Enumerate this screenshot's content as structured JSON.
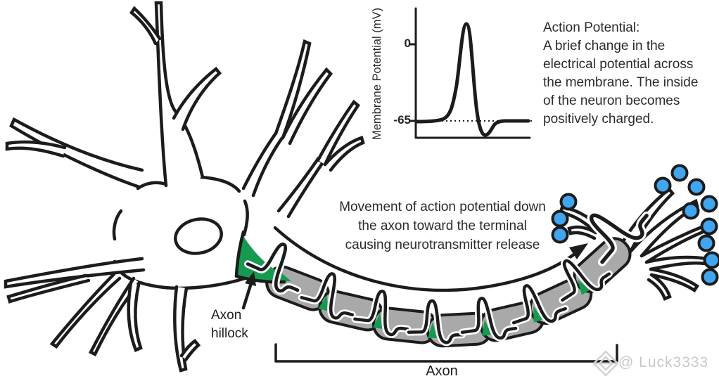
{
  "colors": {
    "ink": "#1c1c1c",
    "myelin_gray": "#a9a9a9",
    "hillock_green": "#169a50",
    "vesicle_blue": "#42a5f0",
    "watermark_gray": "#c8c8c8",
    "background": "#ffffff"
  },
  "chart_data": {
    "type": "line",
    "title": "",
    "xlabel": "",
    "ylabel": "Membrane Potential (mV)",
    "ytick_labels": [
      "0",
      "-65"
    ],
    "baseline_mv": -65,
    "reference_line": {
      "style": "dotted",
      "value_mv": -65
    },
    "grid": false,
    "legend": "none",
    "series": [
      {
        "name": "action potential trace",
        "x_relative": [
          0,
          0.22,
          0.32,
          0.4,
          0.45,
          0.52,
          0.58,
          0.65,
          0.72,
          1
        ],
        "y_mv": [
          -65,
          -65,
          -45,
          10,
          35,
          -10,
          -60,
          -78,
          -65,
          -65
        ]
      }
    ]
  },
  "inset_chart_labels": {
    "ylabel": "Membrane Potential (mV)",
    "tick_zero": "0",
    "tick_rest": "-65"
  },
  "annotations": {
    "action_potential_note": "Action Potential:\nA brief change in the\nelectrical potential across\nthe membrane. The inside\nof the neuron becomes\npositively charged.",
    "movement_note": "Movement of action potential down\nthe axon toward the terminal\ncausing neurotransmitter release",
    "axon_hillock_label": "Axon\nhillock",
    "axon_label": "Axon"
  },
  "watermark": {
    "text": "@ Luck3333",
    "icon": "diamond-gem-icon"
  },
  "diagram": {
    "structures": [
      "dendrites",
      "cell body",
      "nucleus",
      "axon hillock",
      "myelin sheath segments",
      "action potential spikes at nodes",
      "axon terminal branches",
      "neurotransmitter vesicles"
    ],
    "myelin_segment_count": 7,
    "action_potential_spike_count": 8,
    "vesicle_count": 12
  }
}
